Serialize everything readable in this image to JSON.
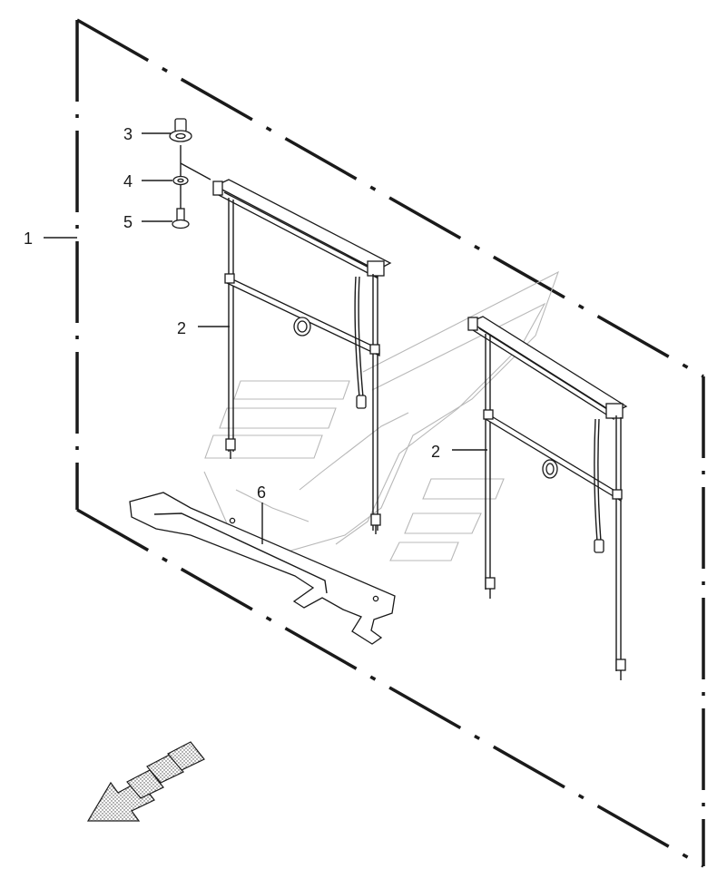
{
  "callouts": [
    {
      "id": "1",
      "label": "1"
    },
    {
      "id": "2a",
      "label": "2"
    },
    {
      "id": "2b",
      "label": "2"
    },
    {
      "id": "3",
      "label": "3"
    },
    {
      "id": "4",
      "label": "4"
    },
    {
      "id": "5",
      "label": "5"
    },
    {
      "id": "6",
      "label": "6"
    }
  ],
  "icons": {
    "direction": "direction-arrow-icon"
  }
}
